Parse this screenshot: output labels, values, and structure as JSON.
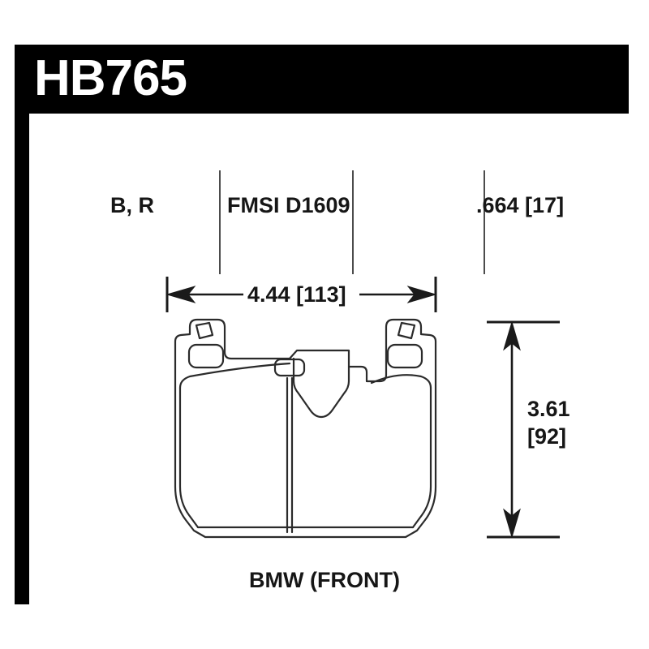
{
  "part": {
    "header_code": "HB765",
    "caption": "BMW (FRONT)"
  },
  "spec_row": {
    "compound": "B, R",
    "fmsi": "FMSI D1609",
    "thickness": ".664 [17]"
  },
  "dimensions": {
    "width_label": "4.44 [113]",
    "height_value": "3.61",
    "height_bracket": "[92]",
    "width_inches": 4.44,
    "width_mm": 113,
    "height_inches": 3.61,
    "height_mm": 92,
    "thickness_inches": 0.664,
    "thickness_mm": 17
  },
  "colors": {
    "header_bg": "#000000",
    "header_text": "#ffffff",
    "body_text": "#161616",
    "divider": "#4c4c4c",
    "line": "#2b2b2b"
  }
}
